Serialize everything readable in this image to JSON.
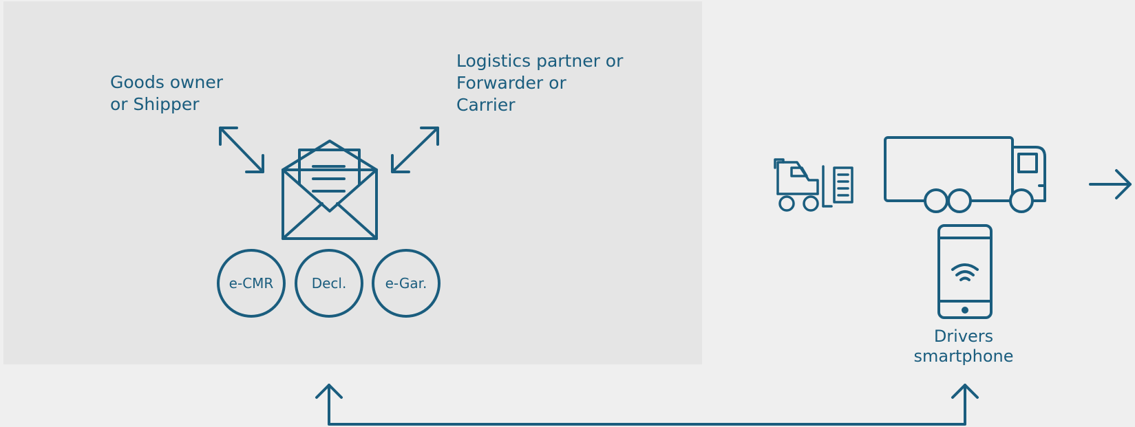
{
  "labels": {
    "goods_owner": "Goods owner\nor Shipper",
    "logistics": "Logistics partner or\nForwarder or\nCarrier",
    "driver": "Drivers\nsmartphone"
  },
  "badges": [
    "e-CMR",
    "Decl.",
    "e-Gar."
  ],
  "colors": {
    "primary": "#1a5d7e",
    "panel": "#e5e5e5",
    "background": "#efefef"
  },
  "icons": [
    "envelope-document-icon",
    "forklift-icon",
    "truck-icon",
    "smartphone-wifi-icon",
    "arrow-right-icon",
    "bidirectional-arrow-icon",
    "return-flow-arrow-icon"
  ]
}
